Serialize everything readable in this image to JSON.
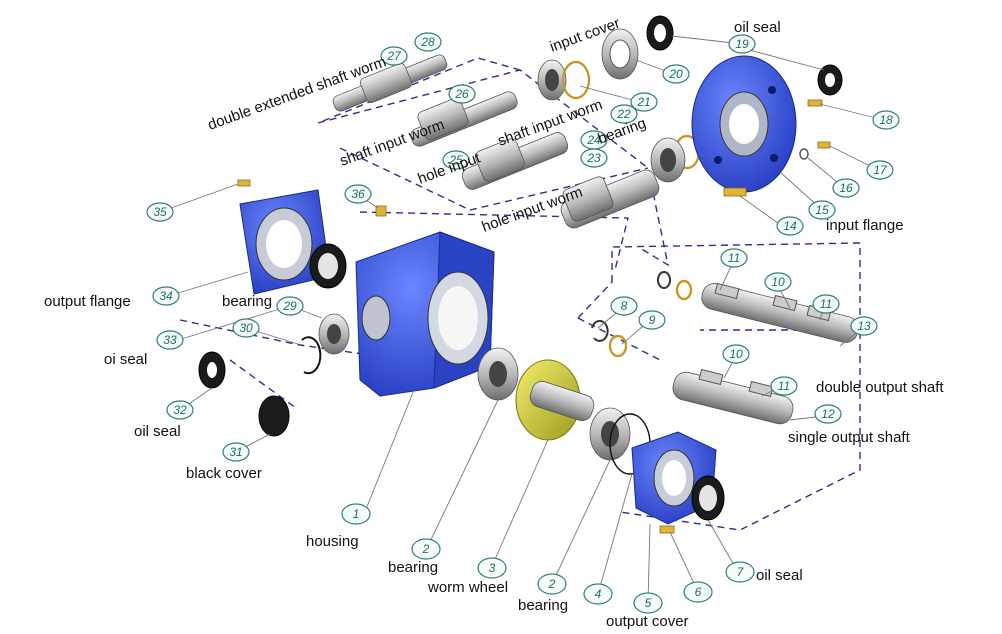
{
  "labels": {
    "double_extended_shaft_worm": "double extended shaft worm",
    "input_cover": "input cover",
    "oil_seal_top": "oil seal",
    "shaft_input_worm_1": "shaft input worm",
    "shaft_input_worm_2": "shaft input worm",
    "bearing_top": "bearing",
    "hole_input_1": "hole input",
    "hole_input_worm": "hole input worm",
    "input_flange": "input flange",
    "output_flange": "output flange",
    "bearing_left": "bearing",
    "oi_seal": "oi seal",
    "oil_seal_left": "oil seal",
    "black_cover": "black cover",
    "housing": "housing",
    "bearing_bottom_1": "bearing",
    "worm_wheel": "worm wheel",
    "bearing_bottom_2": "bearing",
    "output_cover": "output cover",
    "oil_seal_bottom": "oil seal",
    "double_output_shaft": "double output shaft",
    "single_output_shaft": "single output shaft"
  },
  "callouts": {
    "c1": "1",
    "c2a": "2",
    "c3": "3",
    "c2b": "2",
    "c4": "4",
    "c5": "5",
    "c6": "6",
    "c7": "7",
    "c8": "8",
    "c9": "9",
    "c10a": "10",
    "c10b": "10",
    "c11a": "11",
    "c11b": "11",
    "c11c": "11",
    "c12": "12",
    "c13": "13",
    "c14": "14",
    "c15": "15",
    "c16": "16",
    "c17": "17",
    "c18": "18",
    "c19": "19",
    "c20": "20",
    "c21": "21",
    "c22": "22",
    "c23": "23",
    "c24": "24",
    "c25": "25",
    "c26": "26",
    "c27": "27",
    "c28": "28",
    "c29": "29",
    "c30": "30",
    "c31": "31",
    "c32": "32",
    "c33": "33",
    "c34": "34",
    "c35": "35",
    "c36": "36"
  },
  "colors": {
    "housing_blue": "#2f4fd8",
    "leader_line": "#777777",
    "dashed_outline": "#2a2f8f",
    "callout_text": "#1d6f63",
    "worm_wheel_bronze": "#d9d23a",
    "brass_ring": "#c8962a"
  }
}
